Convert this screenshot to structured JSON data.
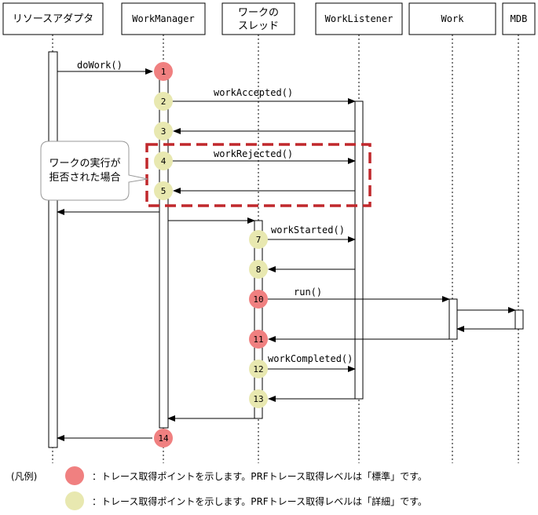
{
  "participants": [
    {
      "id": "resource-adapter",
      "lines": [
        "リソースアダプタ"
      ]
    },
    {
      "id": "work-manager",
      "lines": [
        "WorkManager"
      ]
    },
    {
      "id": "work-thread",
      "lines": [
        "ワークの",
        "スレッド"
      ]
    },
    {
      "id": "work-listener",
      "lines": [
        "WorkListener"
      ]
    },
    {
      "id": "work",
      "lines": [
        "Work"
      ]
    },
    {
      "id": "mdb",
      "lines": [
        "MDB"
      ]
    }
  ],
  "messages": [
    {
      "id": "doWork",
      "label": "doWork()"
    },
    {
      "id": "workAccepted",
      "label": "workAccepted()"
    },
    {
      "id": "workRejected",
      "label": "workRejected()"
    },
    {
      "id": "workStarted",
      "label": "workStarted()"
    },
    {
      "id": "run",
      "label": "run()"
    },
    {
      "id": "workCompleted",
      "label": "workCompleted()"
    }
  ],
  "trace_points": [
    {
      "label": "1",
      "level": "standard"
    },
    {
      "label": "2",
      "level": "detail"
    },
    {
      "label": "3",
      "level": "detail"
    },
    {
      "label": "4",
      "level": "detail"
    },
    {
      "label": "5",
      "level": "detail"
    },
    {
      "label": "7",
      "level": "detail"
    },
    {
      "label": "8",
      "level": "detail"
    },
    {
      "label": "10",
      "level": "standard"
    },
    {
      "label": "11",
      "level": "standard"
    },
    {
      "label": "12",
      "level": "detail"
    },
    {
      "label": "13",
      "level": "detail"
    },
    {
      "label": "14",
      "level": "standard"
    }
  ],
  "note": {
    "lines": [
      "ワークの実行が",
      "拒否された場合"
    ]
  },
  "legend": {
    "title": "(凡例)",
    "standard": "：トレース取得ポイントを示します。PRFトレース取得レベルは「標準」です。",
    "detail": "：トレース取得ポイントを示します。PRFトレース取得レベルは「詳細」です。"
  },
  "colors": {
    "standard": "#f08080",
    "detail": "#e8e8b0",
    "highlight_box": "#c0282c",
    "line": "#000000"
  }
}
